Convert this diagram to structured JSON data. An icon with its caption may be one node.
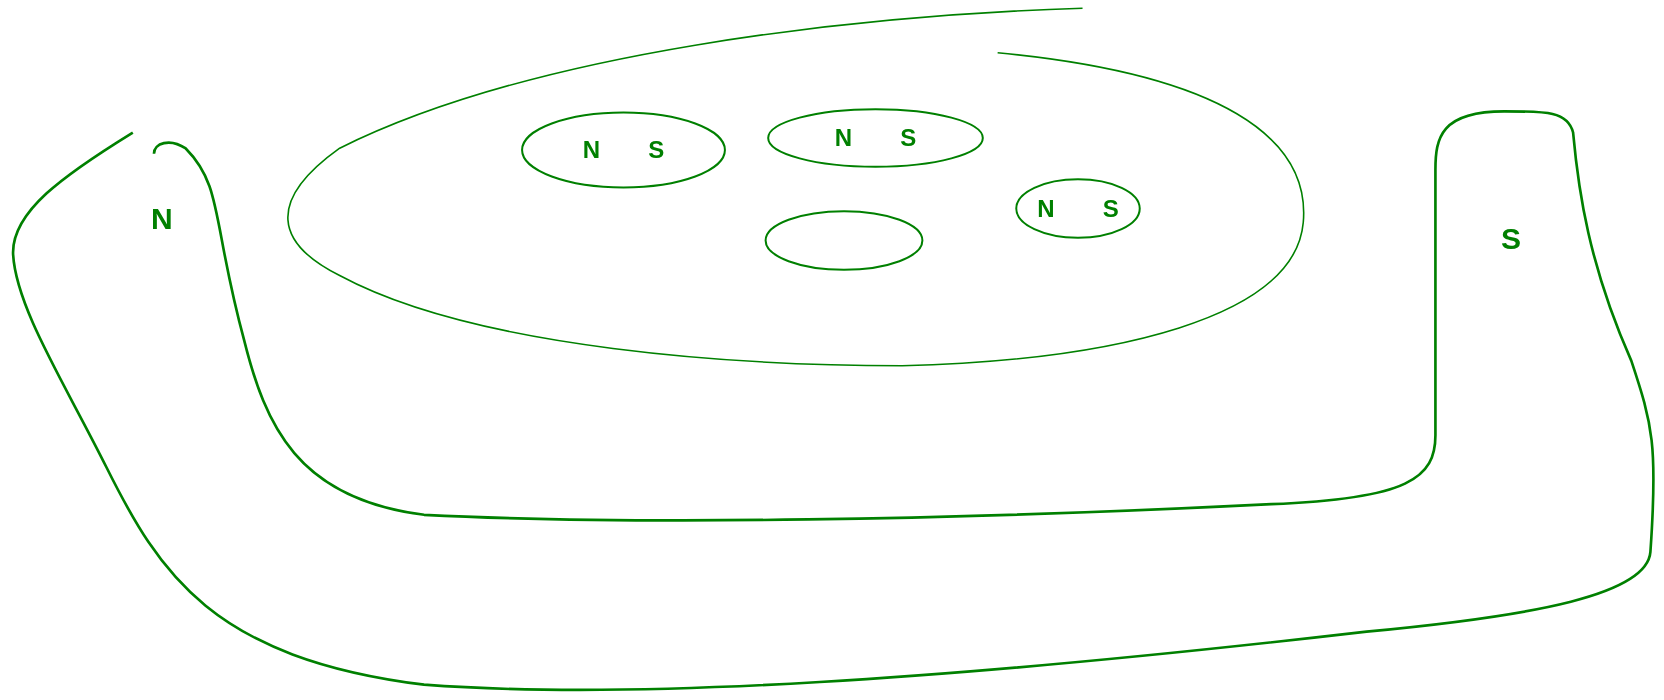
{
  "diagram": {
    "nodes": [
      {
        "text": [
          "N",
          "S"
        ]
      },
      {
        "text": [],
        "shape": "ellipse"
      },
      {
        "text": [
          "N",
          "S"
        ]
      },
      {
        "text": [
          "N",
          "S"
        ]
      },
      {
        "text": [
          "N",
          "S"
        ]
      },
      {
        "text": [],
        "shape": "ellipse"
      }
    ],
    "edges": []
  }
}
